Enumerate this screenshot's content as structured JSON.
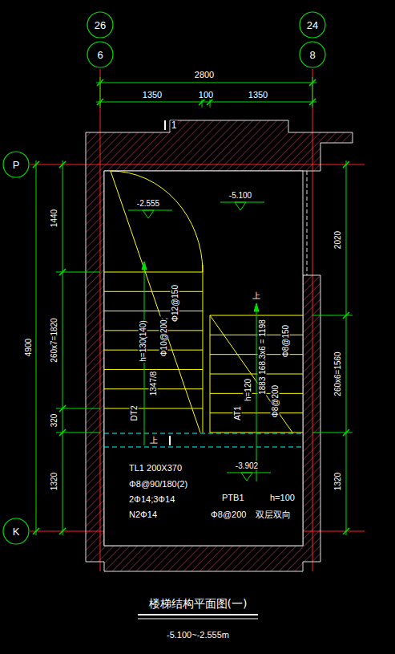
{
  "diagram": {
    "title": "楼梯结构平面图(一)",
    "caption": "-5.100~-2.555m",
    "nodes": [
      {
        "text": [
          "26"
        ]
      },
      {
        "text": [
          "6"
        ]
      },
      {
        "text": [
          "24"
        ]
      },
      {
        "text": [
          "8"
        ]
      },
      {
        "text": [
          "P"
        ]
      },
      {
        "text": [
          "K"
        ]
      }
    ],
    "labels": [
      "2800",
      "1350",
      "100",
      "1350",
      "1",
      "1440",
      "260x7=1820",
      "320",
      "1320",
      "4900",
      "2020",
      "260x6=1560",
      "1320",
      "-2.555",
      "-5.100",
      "上",
      "Φ12@150",
      "Φ10@200;",
      "1347/8",
      "h=130(140)",
      "DT2",
      "AT1",
      "h=120",
      "1883 168.3x6 = 1198",
      "Φ8@200",
      "Φ8@150",
      "上",
      "-3.902",
      "TL1  200X370",
      "Φ8@90/180(2)",
      "2Φ14;3Φ14",
      "N2Φ14",
      "PTB1",
      "h=100",
      "Φ8@200",
      "双层双向"
    ]
  }
}
